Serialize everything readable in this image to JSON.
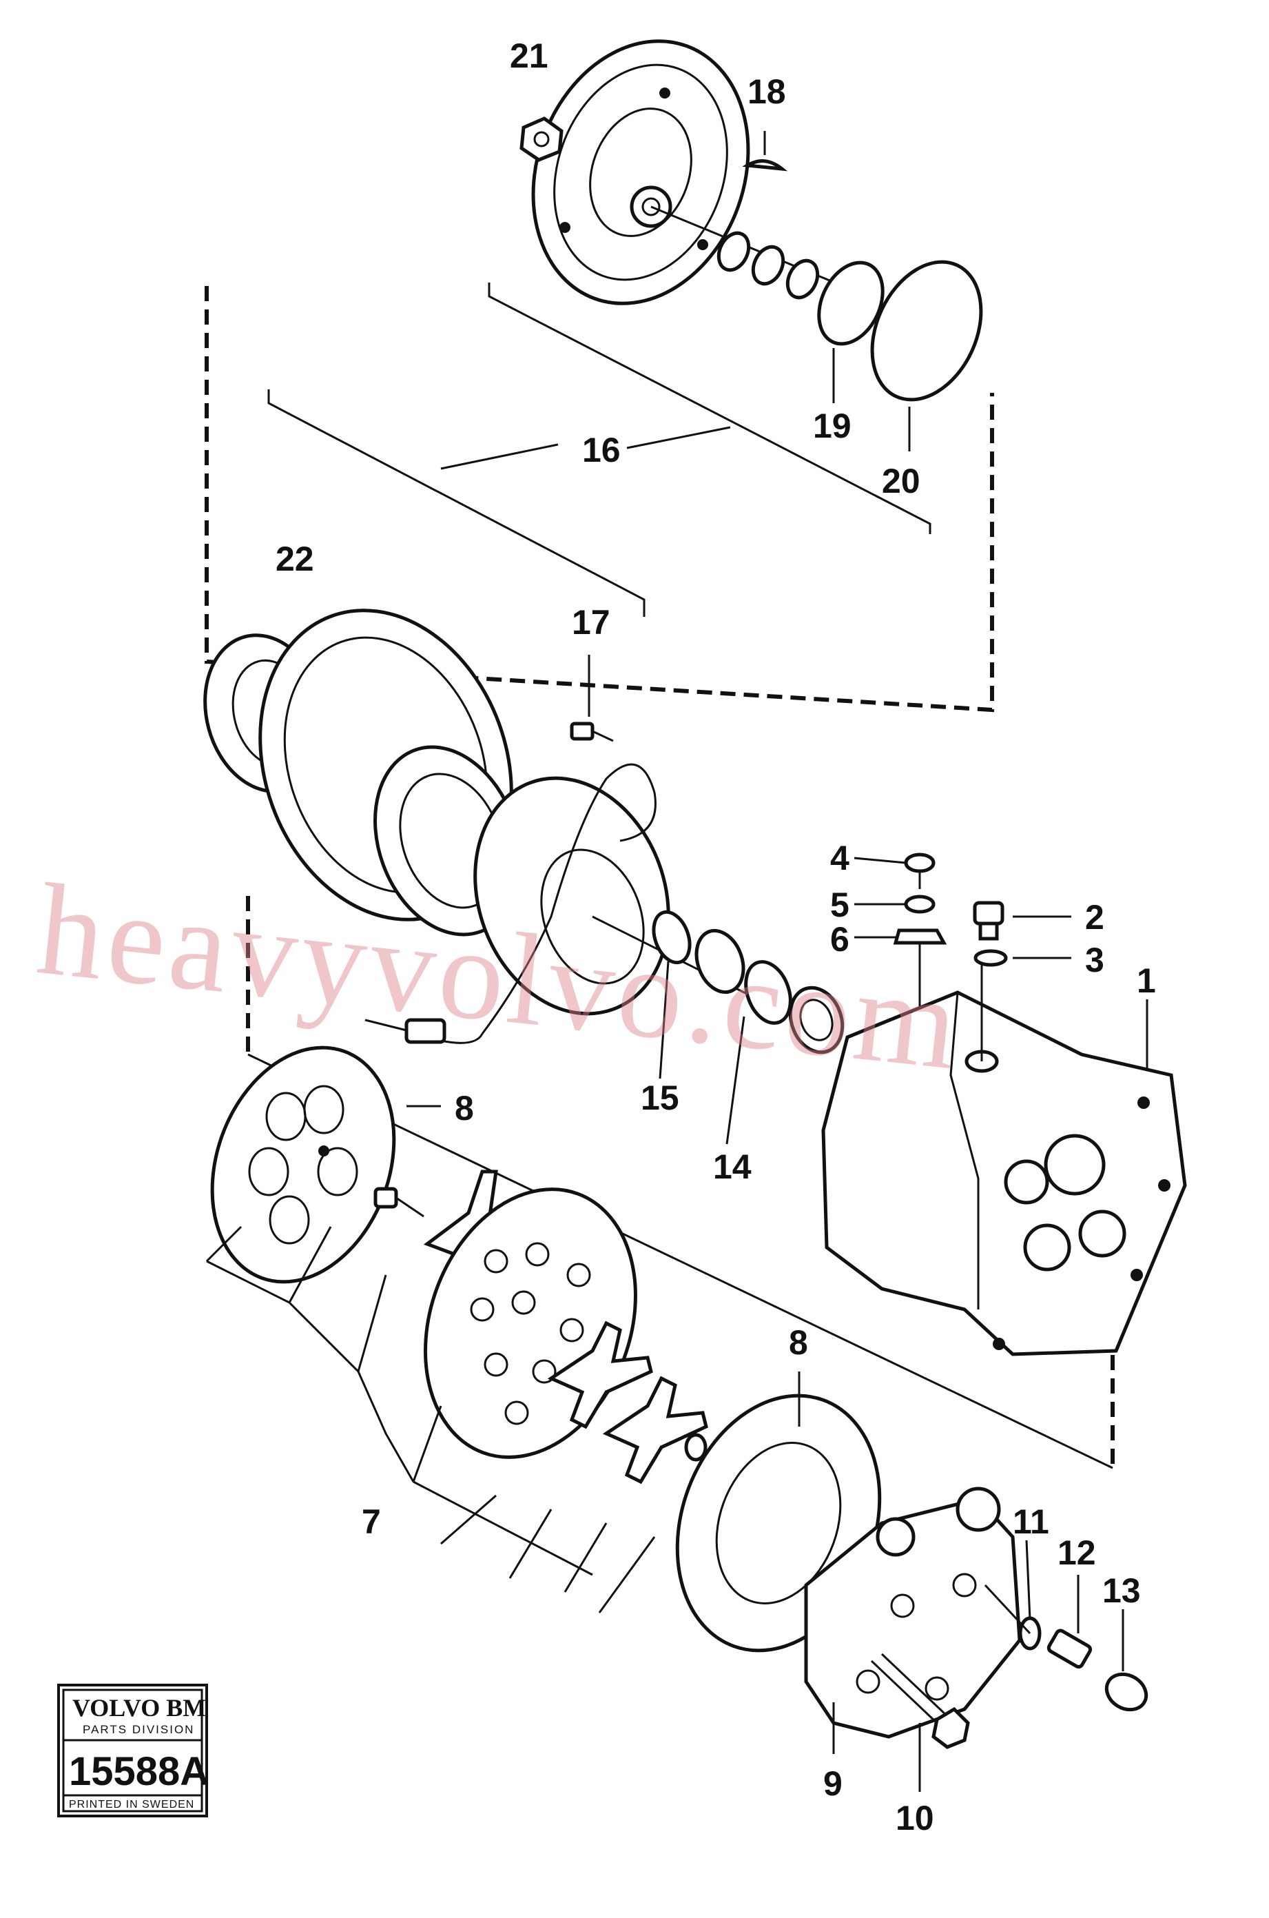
{
  "watermark": "heavyvolvo.com",
  "callouts": [
    {
      "id": "21",
      "label": "21"
    },
    {
      "id": "18",
      "label": "18"
    },
    {
      "id": "19",
      "label": "19"
    },
    {
      "id": "20",
      "label": "20"
    },
    {
      "id": "16",
      "label": "16"
    },
    {
      "id": "22",
      "label": "22"
    },
    {
      "id": "17",
      "label": "17"
    },
    {
      "id": "4",
      "label": "4"
    },
    {
      "id": "5",
      "label": "5"
    },
    {
      "id": "6",
      "label": "6"
    },
    {
      "id": "2",
      "label": "2"
    },
    {
      "id": "3",
      "label": "3"
    },
    {
      "id": "1",
      "label": "1"
    },
    {
      "id": "15",
      "label": "15"
    },
    {
      "id": "14",
      "label": "14"
    },
    {
      "id": "8a",
      "label": "8"
    },
    {
      "id": "7",
      "label": "7"
    },
    {
      "id": "8b",
      "label": "8"
    },
    {
      "id": "11",
      "label": "11"
    },
    {
      "id": "12",
      "label": "12"
    },
    {
      "id": "13",
      "label": "13"
    },
    {
      "id": "9",
      "label": "9"
    },
    {
      "id": "10",
      "label": "10"
    }
  ],
  "stamp": {
    "brand": "VOLVO BM",
    "division": "PARTS DIVISION",
    "number": "15588A",
    "printed": "PRINTED IN SWEDEN"
  }
}
